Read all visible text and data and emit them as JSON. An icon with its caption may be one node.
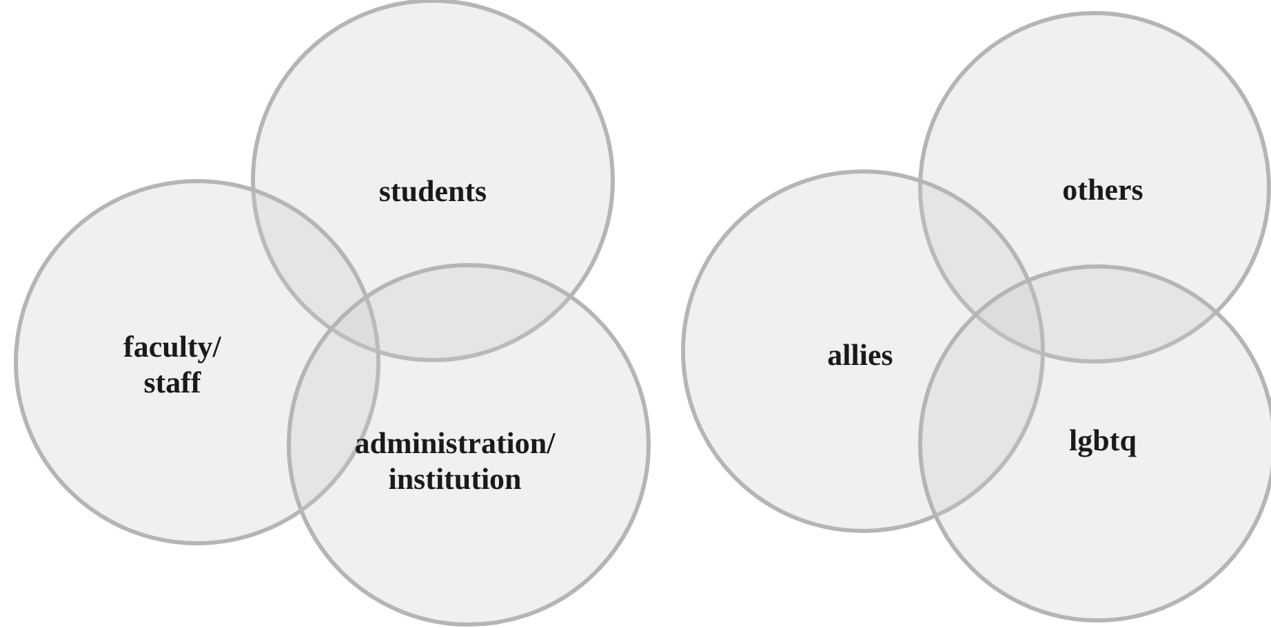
{
  "diagram": {
    "nodes": [
      {
        "text": [
          "students"
        ]
      },
      {
        "text": [
          "faculty/ staff"
        ]
      },
      {
        "text": [
          "administration/ institution"
        ]
      },
      {
        "text": [
          "others"
        ]
      },
      {
        "text": [
          "allies"
        ]
      },
      {
        "text": [
          "lgbtq"
        ]
      }
    ]
  }
}
